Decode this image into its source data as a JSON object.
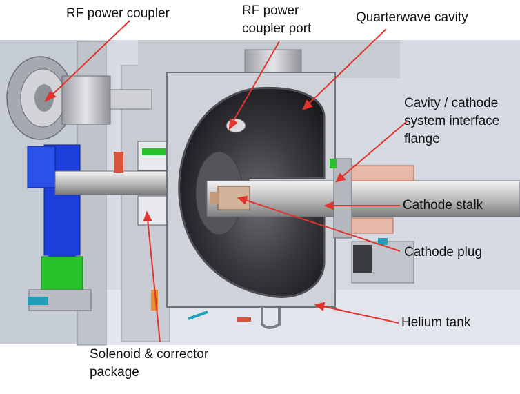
{
  "labels": {
    "rf_power_coupler": "RF power coupler",
    "rf_power_coupler_port_line1": "RF power",
    "rf_power_coupler_port_line2": "coupler port",
    "quarterwave_cavity": "Quarterwave cavity",
    "interface_line1": "Cavity / cathode",
    "interface_line2": "system interface",
    "interface_line3": "flange",
    "cathode_stalk": "Cathode stalk",
    "cathode_plug": "Cathode plug",
    "helium_tank": "Helium tank",
    "solenoid_line1": "Solenoid & corrector",
    "solenoid_line2": "package"
  },
  "colors": {
    "arrow": "#e0342c",
    "background_model": "#d9dde4",
    "cavity_dark": "#2c2c2e",
    "coupler_blue": "#1b3fd8",
    "solenoid_green": "#28c22a",
    "accent_cyan": "#1fa0b8",
    "accent_orange": "#e98a2b"
  }
}
